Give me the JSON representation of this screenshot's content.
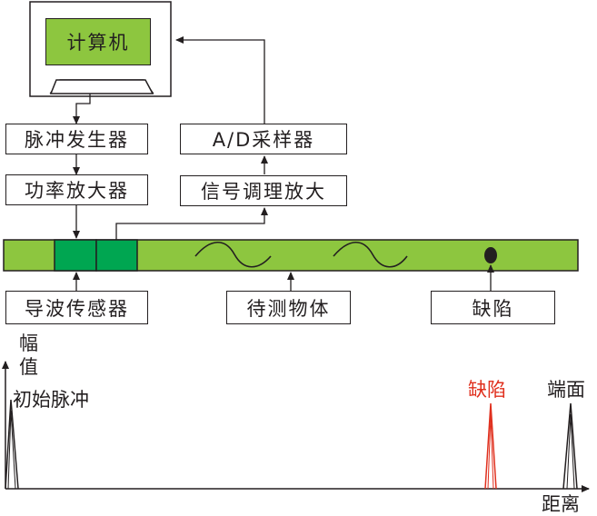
{
  "computer": {
    "label": "计算机"
  },
  "blocks": {
    "pulse_generator": "脉冲发生器",
    "power_amplifier": "功率放大器",
    "ad_sampler": "A/D采样器",
    "signal_conditioning": "信号调理放大",
    "waveguide_sensor": "导波传感器",
    "test_object": "待测物体",
    "defect": "缺陷"
  },
  "waveform": {
    "y_axis_label": [
      "幅",
      "值"
    ],
    "x_axis_label": "距离",
    "initial_pulse": "初始脉冲",
    "defect_echo": "缺陷",
    "end_echo": "端面"
  },
  "colors": {
    "green": "#8dc63f",
    "sensor_green": "#00a651",
    "line": "#231f20",
    "echo_red": "#e0301e"
  }
}
